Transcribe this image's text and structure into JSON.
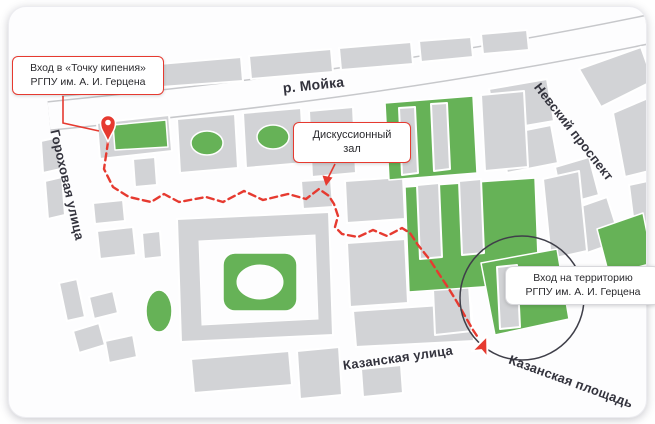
{
  "map": {
    "region_labels": {
      "river": "р. Мойка",
      "street_west": "Гороховая улица",
      "avenue_east": "Невский проспект",
      "street_south": "Казанская улица",
      "square_southeast": "Казанская площадь"
    },
    "callouts": {
      "boiling_point_entrance": {
        "line1": "Вход в «Точку кипения»",
        "line2": "РГПУ им. А. И. Герцена"
      },
      "discussion_hall": {
        "line1": "Дискуссионный",
        "line2": "зал"
      },
      "territory_entrance": {
        "line1": "Вход на территорию",
        "line2": "РГПУ им. А. И. Герцена"
      }
    },
    "markers": {
      "start_pin": "map-pin",
      "destination_arrow": "navigation-arrow"
    },
    "route": {
      "style": "dashed",
      "color": "#e63a30"
    },
    "colors": {
      "accent": "#e63a30",
      "building": "#d2d3d6",
      "green": "#66b257",
      "label": "#33333d",
      "river_edge": "#c7c8cb"
    }
  }
}
